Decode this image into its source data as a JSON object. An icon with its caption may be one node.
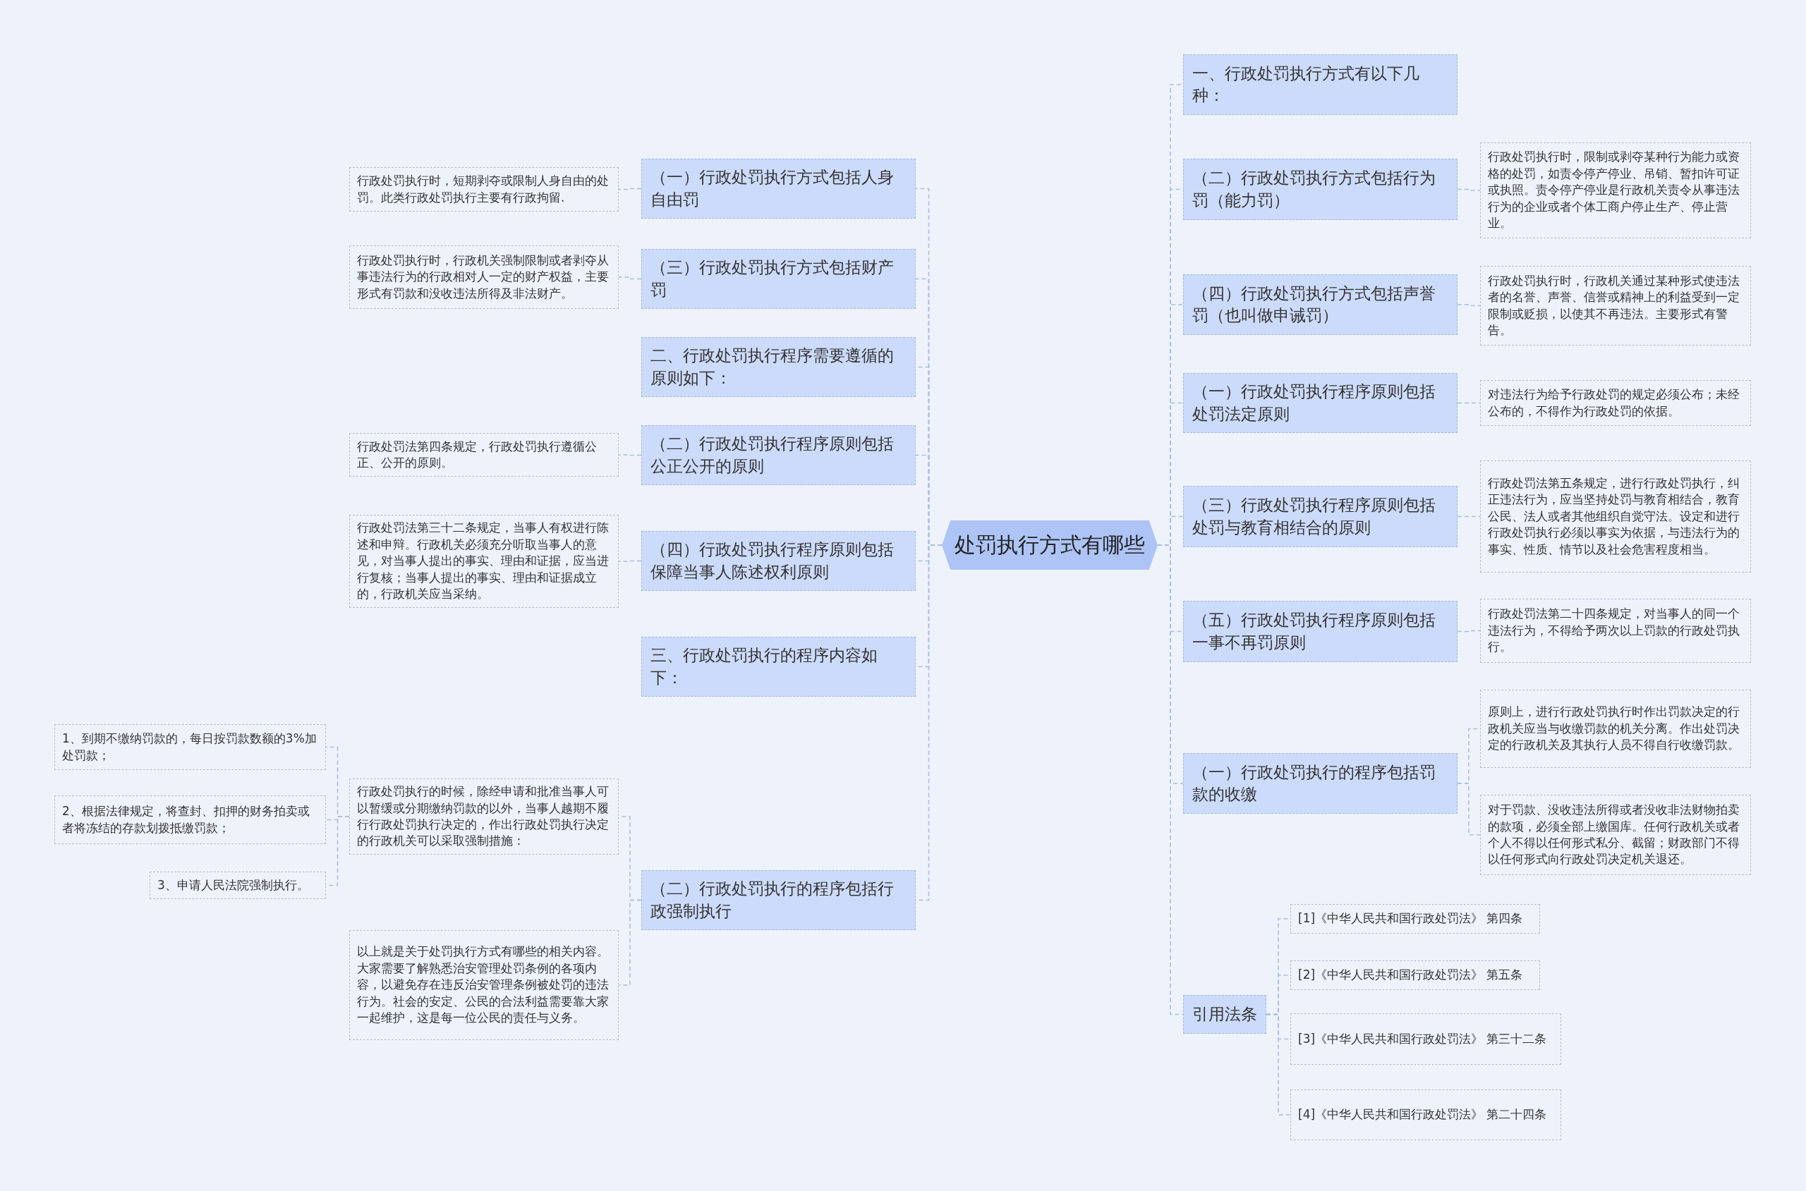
{
  "diagram": {
    "nodes": [
      {
        "text": [
          "处罚执行方式有哪些"
        ]
      },
      {
        "text": [
          "（一）行政处罚执行方式包括人身自由罚"
        ]
      },
      {
        "text": [
          "行政处罚执行时，短期剥夺或限制人身自由的处罚。此类行政处罚执行主要有行政拘留."
        ]
      },
      {
        "text": [
          "（三）行政处罚执行方式包括财产罚"
        ]
      },
      {
        "text": [
          "行政处罚执行时，行政机关强制限制或者剥夺从事违法行为的行政相对人一定的财产权益，主要形式有罚款和没收违法所得及非法财产。"
        ]
      },
      {
        "text": [
          "二、行政处罚执行程序需要遵循的原则如下："
        ]
      },
      {
        "text": [
          "（二）行政处罚执行程序原则包括公正公开的原则"
        ]
      },
      {
        "text": [
          "行政处罚法第四条规定，行政处罚执行遵循公正、公开的原则。"
        ]
      },
      {
        "text": [
          "（四）行政处罚执行程序原则包括保障当事人陈述权利原则"
        ]
      },
      {
        "text": [
          "行政处罚法第三十二条规定，当事人有权进行陈述和申辩。行政机关必须充分听取当事人的意见，对当事人提出的事实、理由和证据，应当进行复核；当事人提出的事实、理由和证据成立的，行政机关应当采纳。"
        ]
      },
      {
        "text": [
          "三、行政处罚执行的程序内容如下："
        ]
      },
      {
        "text": [
          "（二）行政处罚执行的程序包括行政强制执行"
        ]
      },
      {
        "text": [
          "行政处罚执行的时候，除经申请和批准当事人可以暂缓或分期缴纳罚款的以外，当事人越期不履行行政处罚执行决定的，作出行政处罚执行决定的行政机关可以采取强制措施："
        ]
      },
      {
        "text": [
          "1、到期不缴纳罚款的，每日按罚款数额的3%加处罚款；"
        ]
      },
      {
        "text": [
          "2、根据法律规定，将查封、扣押的财务拍卖或者将冻结的存款划拨抵缴罚款；"
        ]
      },
      {
        "text": [
          "3、申请人民法院强制执行。"
        ]
      },
      {
        "text": [
          "以上就是关于处罚执行方式有哪些的相关内容。大家需要了解熟悉治安管理处罚条例的各项内容，以避免存在违反治安管理条例被处罚的违法行为。社会的安定、公民的合法利益需要靠大家一起维护，这是每一位公民的责任与义务。"
        ]
      },
      {
        "text": [
          "一、行政处罚执行方式有以下几种："
        ]
      },
      {
        "text": [
          "（二）行政处罚执行方式包括行为罚（能力罚）"
        ]
      },
      {
        "text": [
          "行政处罚执行时，限制或剥夺某种行为能力或资格的处罚，如责令停产停业、吊销、暂扣许可证或执照。责令停产停业是行政机关责令从事违法行为的企业或者个体工商户停止生产、停止营业。"
        ]
      },
      {
        "text": [
          "（四）行政处罚执行方式包括声誉罚（也叫做申诫罚）"
        ]
      },
      {
        "text": [
          "行政处罚执行时，行政机关通过某种形式使违法者的名誉、声誉、信誉或精神上的利益受到一定限制或贬损，以使其不再违法。主要形式有警告。"
        ]
      },
      {
        "text": [
          "（一）行政处罚执行程序原则包括处罚法定原则"
        ]
      },
      {
        "text": [
          "对违法行为给予行政处罚的规定必须公布；未经公布的，不得作为行政处罚的依据。"
        ]
      },
      {
        "text": [
          "（三）行政处罚执行程序原则包括处罚与教育相结合的原则"
        ]
      },
      {
        "text": [
          "行政处罚法第五条规定，进行行政处罚执行，纠正违法行为，应当坚持处罚与教育相结合，教育公民、法人或者其他组织自觉守法。设定和进行行政处罚执行必须以事实为依据，与违法行为的事实、性质、情节以及社会危害程度相当。"
        ]
      },
      {
        "text": [
          "（五）行政处罚执行程序原则包括一事不再罚原则"
        ]
      },
      {
        "text": [
          "行政处罚法第二十四条规定，对当事人的同一个违法行为，不得给予两次以上罚款的行政处罚执行。"
        ]
      },
      {
        "text": [
          "（一）行政处罚执行的程序包括罚款的收缴"
        ]
      },
      {
        "text": [
          "原则上，进行行政处罚执行时作出罚款决定的行政机关应当与收缴罚款的机关分离。作出处罚决定的行政机关及其执行人员不得自行收缴罚款。"
        ]
      },
      {
        "text": [
          "对于罚款、没收违法所得或者没收非法财物拍卖的款项，必须全部上缴国库。任何行政机关或者个人不得以任何形式私分、截留；财政部门不得以任何形式向行政处罚决定机关退还。"
        ]
      },
      {
        "text": [
          "引用法条"
        ]
      },
      {
        "text": [
          "[1]《中华人民共和国行政处罚法》 第四条"
        ]
      },
      {
        "text": [
          "[2]《中华人民共和国行政处罚法》 第五条"
        ]
      },
      {
        "text": [
          "[3]《中华人民共和国行政处罚法》 第三十二条"
        ]
      },
      {
        "text": [
          "[4]《中华人民共和国行政处罚法》 第二十四条"
        ]
      }
    ],
    "edges": [
      {
        "from": 0,
        "to": 1,
        "arrow": "none"
      },
      {
        "from": 1,
        "to": 2,
        "arrow": "none"
      },
      {
        "from": 0,
        "to": 3,
        "arrow": "none"
      },
      {
        "from": 3,
        "to": 4,
        "arrow": "none"
      },
      {
        "from": 0,
        "to": 5,
        "arrow": "none"
      },
      {
        "from": 0,
        "to": 6,
        "arrow": "none"
      },
      {
        "from": 6,
        "to": 7,
        "arrow": "none"
      },
      {
        "from": 0,
        "to": 8,
        "arrow": "none"
      },
      {
        "from": 8,
        "to": 9,
        "arrow": "none"
      },
      {
        "from": 0,
        "to": 10,
        "arrow": "none"
      },
      {
        "from": 0,
        "to": 11,
        "arrow": "none"
      },
      {
        "from": 11,
        "to": 12,
        "arrow": "none"
      },
      {
        "from": 12,
        "to": 13,
        "arrow": "none"
      },
      {
        "from": 12,
        "to": 14,
        "arrow": "none"
      },
      {
        "from": 12,
        "to": 15,
        "arrow": "none"
      },
      {
        "from": 11,
        "to": 16,
        "arrow": "none"
      },
      {
        "from": 0,
        "to": 17,
        "arrow": "none"
      },
      {
        "from": 0,
        "to": 18,
        "arrow": "none"
      },
      {
        "from": 18,
        "to": 19,
        "arrow": "none"
      },
      {
        "from": 0,
        "to": 20,
        "arrow": "none"
      },
      {
        "from": 20,
        "to": 21,
        "arrow": "none"
      },
      {
        "from": 0,
        "to": 22,
        "arrow": "none"
      },
      {
        "from": 22,
        "to": 23,
        "arrow": "none"
      },
      {
        "from": 0,
        "to": 24,
        "arrow": "none"
      },
      {
        "from": 24,
        "to": 25,
        "arrow": "none"
      },
      {
        "from": 0,
        "to": 26,
        "arrow": "none"
      },
      {
        "from": 26,
        "to": 27,
        "arrow": "none"
      },
      {
        "from": 0,
        "to": 28,
        "arrow": "none"
      },
      {
        "from": 28,
        "to": 29,
        "arrow": "none"
      },
      {
        "from": 28,
        "to": 30,
        "arrow": "none"
      },
      {
        "from": 0,
        "to": 31,
        "arrow": "none"
      },
      {
        "from": 31,
        "to": 32,
        "arrow": "none"
      },
      {
        "from": 31,
        "to": 33,
        "arrow": "none"
      },
      {
        "from": 31,
        "to": 34,
        "arrow": "none"
      },
      {
        "from": 31,
        "to": 35,
        "arrow": "none"
      }
    ]
  }
}
